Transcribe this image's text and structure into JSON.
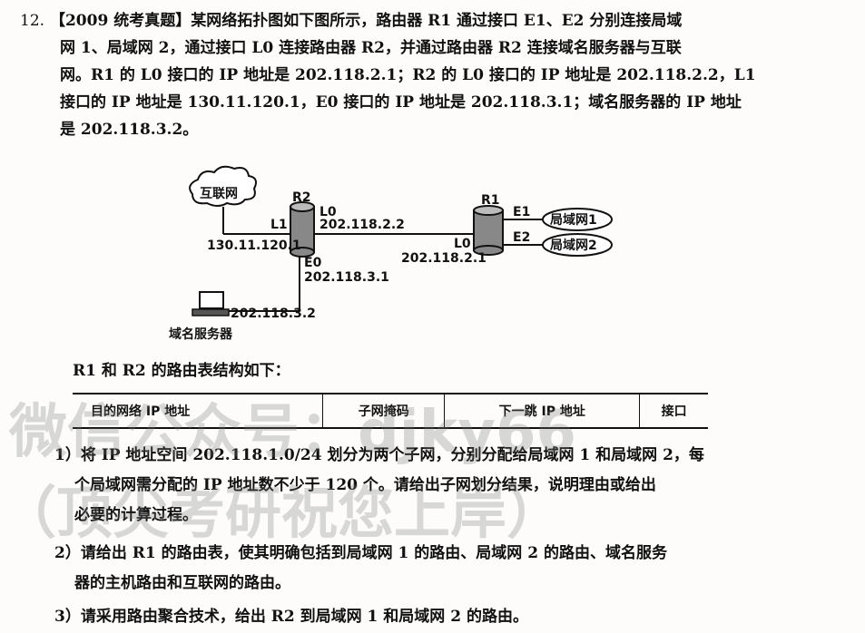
{
  "question": {
    "number": "12.",
    "lines": [
      "【2009 统考真题】某网络拓扑图如下图所示，路由器 R1 通过接口 E1、E2 分别连接局域",
      "网 1、局域网 2，通过接口 L0 连接路由器 R2，并通过路由器 R2 连接域名服务器与互联",
      "网。R1 的 L0 接口的 IP 地址是 202.118.2.1；R2 的 L0 接口的 IP 地址是 202.118.2.2，L1",
      "接口的 IP 地址是 130.11.120.1，E0 接口的 IP 地址是 202.118.3.1；域名服务器的 IP 地址",
      "是 202.118.3.2。"
    ]
  },
  "diagram": {
    "internet": "互联网",
    "r2": "R2",
    "r1": "R1",
    "r2_l0": "L0",
    "r2_l0_ip": "202.118.2.2",
    "r2_l1": "L1",
    "r2_l1_ip": "130.11.120.1",
    "r2_e0": "E0",
    "r2_e0_ip": "202.118.3.1",
    "r1_l0": "L0",
    "r1_l0_ip": "202.118.2.1",
    "r1_e1": "E1",
    "r1_e2": "E2",
    "lan1": "局域网1",
    "lan2": "局域网2",
    "dns_ip": "202.118.3.2",
    "dns": "域名服务器"
  },
  "table_intro": "R1 和 R2 的路由表结构如下：",
  "table_headers": [
    "目的网络 IP 地址",
    "子网掩码",
    "下一跳 IP 地址",
    "接口"
  ],
  "sub_questions": [
    {
      "lines": [
        "1）将 IP 地址空间 202.118.1.0/24 划分为两个子网，分别分配给局域网 1 和局域网 2，每",
        "个局域网需分配的 IP 地址数不少于 120 个。请给出子网划分结果，说明理由或给出",
        "必要的计算过程。"
      ]
    },
    {
      "lines": [
        "2）请给出 R1 的路由表，使其明确包括到局域网 1 的路由、局域网 2 的路由、域名服务",
        "器的主机路由和互联网的路由。"
      ]
    },
    {
      "lines": [
        "3）请采用路由聚合技术，给出 R2 到局域网 1 和局域网 2 的路由。"
      ]
    }
  ],
  "watermark": {
    "line1": "微信公众号：djky66",
    "line2": "（顶尖考研祝您上岸）"
  }
}
